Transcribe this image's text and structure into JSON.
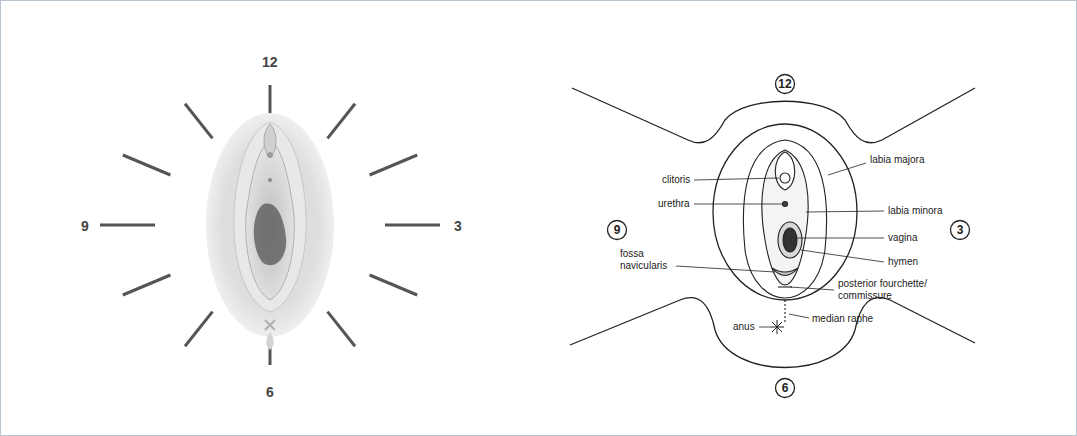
{
  "diagram": {
    "nodes": [
      {
        "text": [
          "12"
        ]
      },
      {
        "text": [
          "9"
        ]
      },
      {
        "text": [
          "3"
        ]
      },
      {
        "text": [
          "6"
        ]
      }
    ],
    "labels": [
      "12",
      "9",
      "3",
      "6",
      "labia majora",
      "clitoris",
      "urethra",
      "labia minora",
      "vagina",
      "hymen",
      "fossa navicularis",
      "posterior fourchette/ commissure",
      "median raphe",
      "anus"
    ]
  }
}
